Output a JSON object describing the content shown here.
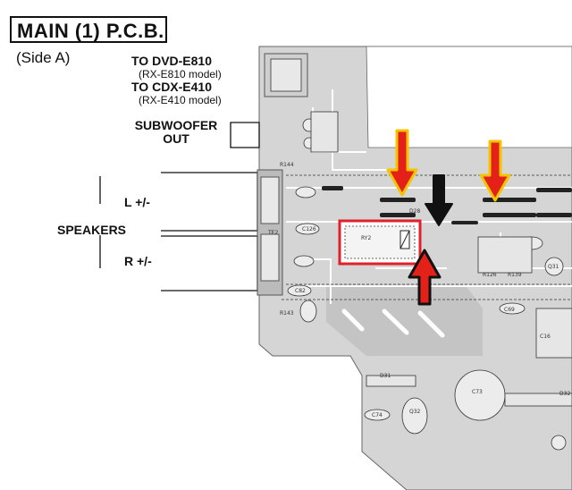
{
  "header": {
    "title": "MAIN (1) P.C.B.",
    "side": "(Side A)"
  },
  "labels": {
    "dvd_line": "TO DVD-E810",
    "dvd_model": "(RX-E810 model)",
    "cdx_line": "TO CDX-E410",
    "cdx_model": "(RX-E410 model)",
    "sub_line1": "SUBWOOFER",
    "sub_line2": "OUT",
    "speakers": "SPEAKERS",
    "left": "L  +/-",
    "right": "R  +/-"
  },
  "components": {
    "ry2": "RY2",
    "r144": "R144",
    "r143": "R143",
    "c126": "C126",
    "c82": "C82",
    "d31": "D31",
    "c73": "C73",
    "c74": "C74",
    "q32": "Q32",
    "d28": "D28",
    "d32": "D32",
    "c16": "C16",
    "c69": "C69",
    "r126": "R126",
    "r139": "R139",
    "q31": "Q31",
    "te2": "TE2"
  },
  "annotations": {
    "highlight_box_color": "#e0202a",
    "yellow_arrow_fill": "#e32119",
    "yellow_arrow_outline": "#f5c400",
    "black_arrow_fill": "#e32119",
    "black_arrow_outline": "#111111",
    "board_color": "#d5d5d5"
  }
}
